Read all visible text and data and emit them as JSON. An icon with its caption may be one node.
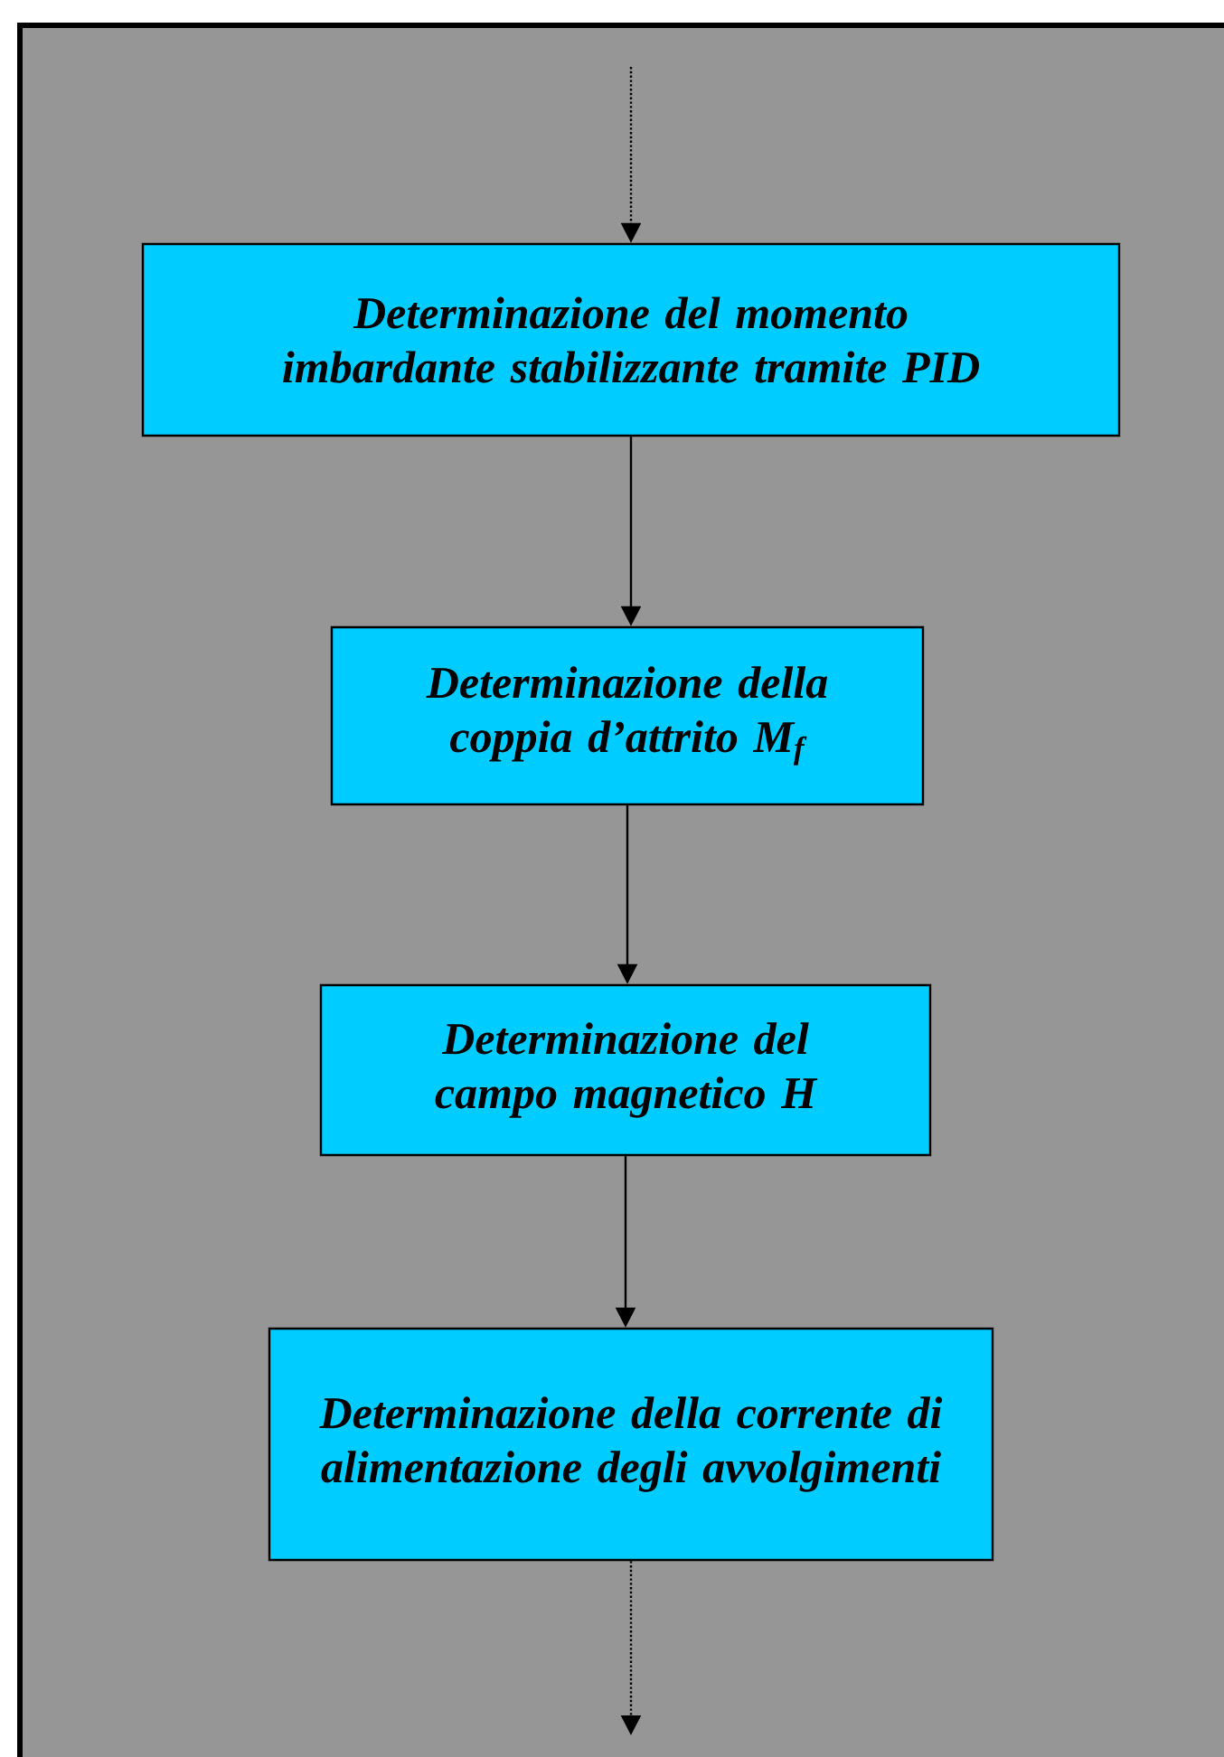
{
  "diagram": {
    "nodes": [
      {
        "text": [
          "Determinazione del momento imbardante stabilizzante tramite PID"
        ]
      },
      {
        "text": [
          "Determinazione della coppia d’attrito M$_{f}$"
        ]
      },
      {
        "text": [
          "Determinazione del campo magnetico H"
        ]
      },
      {
        "text": [
          "Determinazione della corrente di alimentazione degli avvolgimenti"
        ]
      }
    ],
    "edges": [
      {
        "from": null,
        "to": 0,
        "arrow": "to",
        "style": "dashed"
      },
      {
        "from": 0,
        "to": 1,
        "arrow": "to"
      },
      {
        "from": 1,
        "to": 2,
        "arrow": "to"
      },
      {
        "from": 2,
        "to": 3,
        "arrow": "to"
      },
      {
        "from": 3,
        "to": null,
        "arrow": "to",
        "style": "dashed"
      }
    ]
  }
}
